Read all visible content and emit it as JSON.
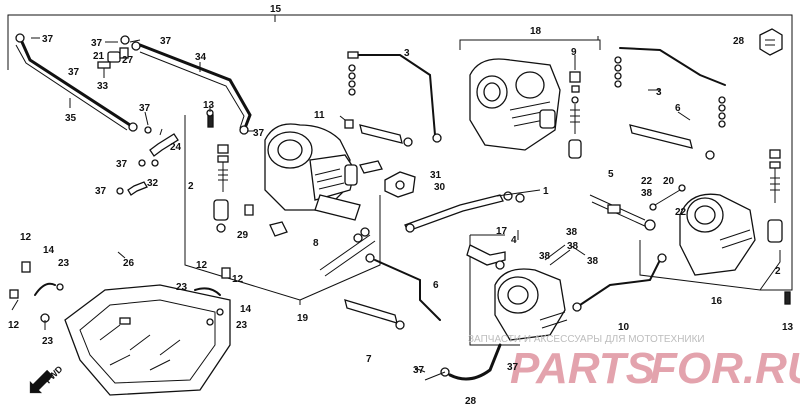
{
  "labels": {
    "l15": "15",
    "l37a": "37",
    "l37b": "37",
    "l37c": "37",
    "l21": "21",
    "l27": "27",
    "l37d": "37",
    "l33": "33",
    "l34": "34",
    "l35": "35",
    "l37e": "37",
    "l13a": "13",
    "l37f": "37",
    "l24": "24",
    "l37g": "37",
    "l32": "32",
    "l37h": "37",
    "l3a": "3",
    "l11": "11",
    "l2a": "2",
    "l29": "29",
    "l31": "31",
    "l30": "30",
    "l18": "18",
    "l9": "9",
    "l3b": "3",
    "l6a": "6",
    "l28a": "28",
    "l1": "1",
    "l5": "5",
    "l22a": "22",
    "l38a": "38",
    "l20": "20",
    "l22b": "22",
    "l2b": "2",
    "l8": "8",
    "l4": "4",
    "l17": "17",
    "l38b": "38",
    "l38c": "38",
    "l38d": "38",
    "l7": "7",
    "l6b": "6",
    "l10": "10",
    "l16": "16",
    "l13b": "13",
    "l12a": "12",
    "l14a": "14",
    "l23a": "23",
    "l12b": "12",
    "l23b": "23",
    "l26": "26",
    "l12c": "12",
    "l12d": "12",
    "l23c": "23",
    "l14b": "14",
    "l23d": "23",
    "l19": "19",
    "l37i": "37",
    "l37j": "37",
    "l28b": "28"
  },
  "fwd": "FWD",
  "watermark": {
    "caption": "ЗАПЧАСТИ И АКСЕССУАРЫ ДЛЯ МОТОТЕХНИКИ",
    "logo_left": "PARTS",
    "logo_right": "FOR.RU"
  }
}
